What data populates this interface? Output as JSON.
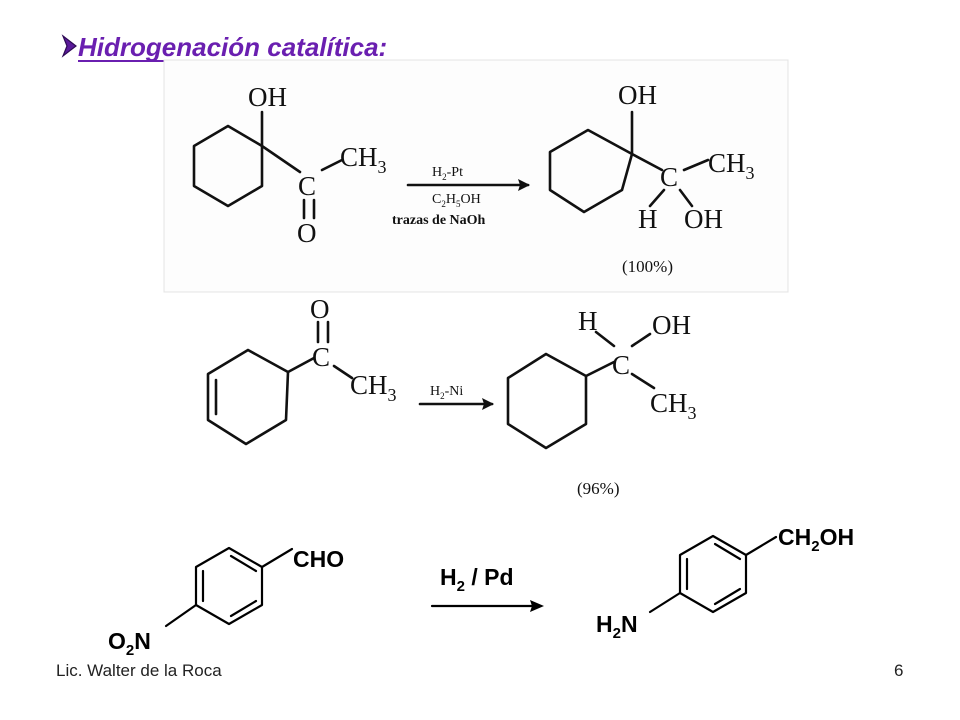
{
  "slide": {
    "title": "Hidrogenación catalítica:",
    "title_color": "#6a1fb0",
    "bullet": "arrow-bullet-icon",
    "footer_author": "Lic. Walter de la Roca",
    "page_number": "6"
  },
  "reaction1": {
    "reactant": {
      "oh": "OH",
      "ch3": "CH3",
      "c": "C",
      "o": "O"
    },
    "conditions": [
      "H2-Pt",
      "C2H5OH",
      "trazas de NaOh"
    ],
    "product": {
      "oh": "OH",
      "c": "C",
      "ch3": "CH3",
      "h": "H",
      "oh2": "OH"
    },
    "yield": "(100%)"
  },
  "reaction2": {
    "reactant": {
      "o": "O",
      "c": "C",
      "ch3": "CH3"
    },
    "conditions": [
      "H2-Ni"
    ],
    "product": {
      "h": "H",
      "oh": "OH",
      "c": "C",
      "ch3": "CH3"
    },
    "yield": "(96%)"
  },
  "reaction3": {
    "reactant": {
      "cho": "CHO",
      "o2n": "O2N"
    },
    "conditions": [
      "H2 / Pd"
    ],
    "product": {
      "ch2oh": "CH2OH",
      "h2n": "H2N"
    }
  }
}
